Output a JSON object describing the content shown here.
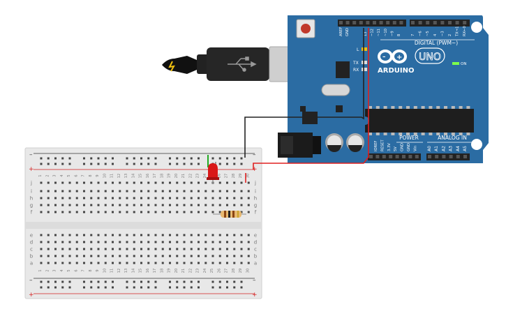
{
  "arduino": {
    "header_labels": [
      "AREF",
      "GND",
      "13",
      "~12",
      "~11",
      "~10",
      "~9",
      "8",
      "7",
      "~6",
      "~5",
      "4",
      "~3",
      "2",
      "TX→1",
      "RX←0"
    ],
    "digital_label": "DIGITAL (PWM~)",
    "led_l": "L",
    "led_tx": "TX",
    "led_rx": "RX",
    "brand": "ARDUINO",
    "model": "UNO",
    "on_label": "ON",
    "power_label": "POWER",
    "analog_label": "ANALOG IN",
    "power_pins": [
      "IOREF",
      "RESET",
      "3.3V",
      "5V",
      "GND",
      "GND",
      "Vin"
    ],
    "analog_pins": [
      "A0",
      "A1",
      "A2",
      "A3",
      "A4",
      "A5"
    ]
  },
  "breadboard": {
    "columns": [
      "1",
      "2",
      "3",
      "4",
      "5",
      "6",
      "7",
      "8",
      "9",
      "10",
      "11",
      "12",
      "13",
      "14",
      "15",
      "16",
      "17",
      "18",
      "19",
      "20",
      "21",
      "22",
      "23",
      "24",
      "25",
      "26",
      "27",
      "28",
      "29",
      "30"
    ],
    "rows_top": [
      "j",
      "i",
      "h",
      "g",
      "f"
    ],
    "rows_bottom": [
      "e",
      "d",
      "c",
      "b",
      "a"
    ],
    "rail_minus": "–",
    "rail_plus": "+"
  },
  "colors": {
    "board": "#2b6ca3",
    "wire_red": "#e02020",
    "wire_black": "#222222",
    "led": "#d91818",
    "resistor": "#e8b971"
  }
}
